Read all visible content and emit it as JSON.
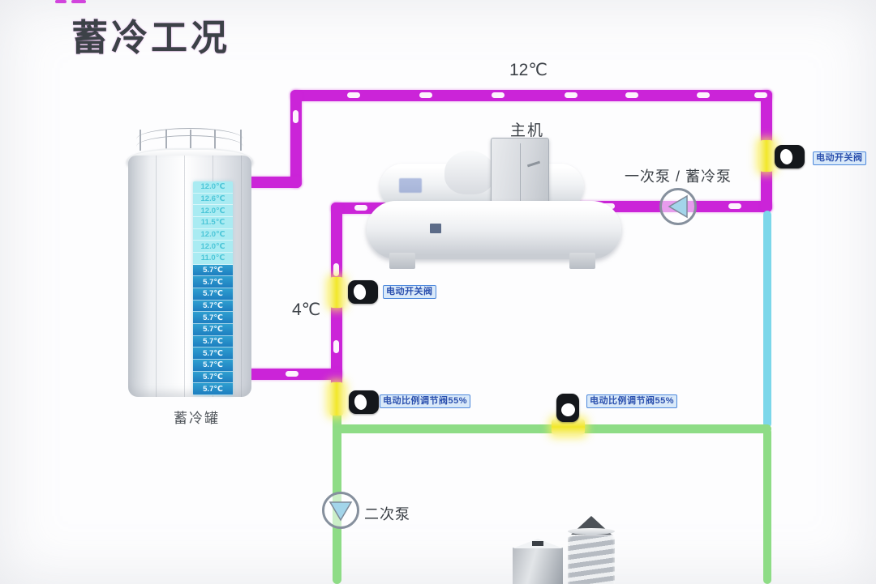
{
  "title": "蓄冷工况",
  "colors": {
    "title": "#c43bd4",
    "pipe_supply_magenta": "#cb24d8",
    "pipe_chilled_cyan": "#7cd7ea",
    "pipe_return_green": "#8edc86",
    "valve_open_yellow": "#f4ea35",
    "label_box_bg": "#d9e9f9",
    "label_box_border": "#4d88dc",
    "label_box_text": "#2b50ae"
  },
  "labels": {
    "supply_temp": "12℃",
    "return_temp": "4℃",
    "chiller": "主机",
    "tank": "蓄冷罐",
    "primary_pump": "一次泵 / 蓄冷泵",
    "secondary_pump": "二次泵"
  },
  "valves": {
    "right_switch_label": "电动开关阀",
    "middle_switch_label": "电动开关阀",
    "left_regulating_label": "电动比例调节阀55%",
    "middle_regulating_label": "电动比例调节阀55%"
  },
  "tank": {
    "light_count": 7,
    "readings": [
      "12.0℃",
      "12.6℃",
      "12.0℃",
      "11.5℃",
      "12.0℃",
      "12.0℃",
      "11.0℃",
      "5.7℃",
      "5.7℃",
      "5.7℃",
      "5.7℃",
      "5.7℃",
      "5.7℃",
      "5.7℃",
      "5.7℃",
      "5.7℃",
      "5.7℃",
      "5.7℃"
    ]
  }
}
